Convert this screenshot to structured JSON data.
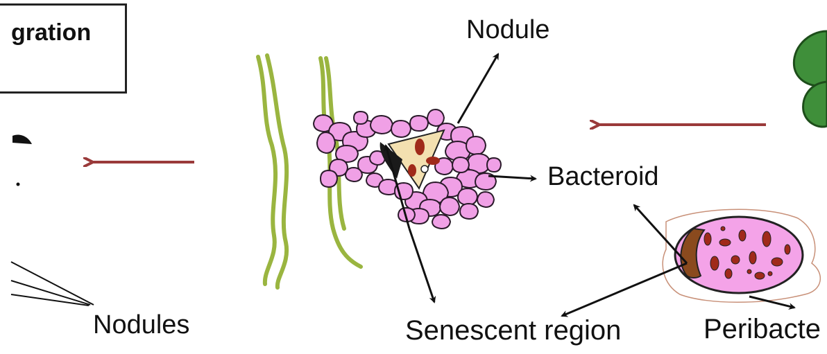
{
  "diagram": {
    "title_fragment": "gration",
    "labels": {
      "nodule": "Nodule",
      "bacteroid": "Bacteroid",
      "nodules": "Nodules",
      "senescent_region": "Senescent region",
      "peribacte": "Peribacte"
    },
    "colors": {
      "arrow_red": "#9a3a3a",
      "nodule_cell_fill": "#f0a0e6",
      "nodule_cell_stroke": "#2a1a2a",
      "root_green": "#9ab540",
      "leaf_green": "#3f8f3a",
      "bacteroid_red": "#a02a1a",
      "infected_cell_fill": "#f4a3e8",
      "cap_brown": "#8a4a1e"
    }
  }
}
